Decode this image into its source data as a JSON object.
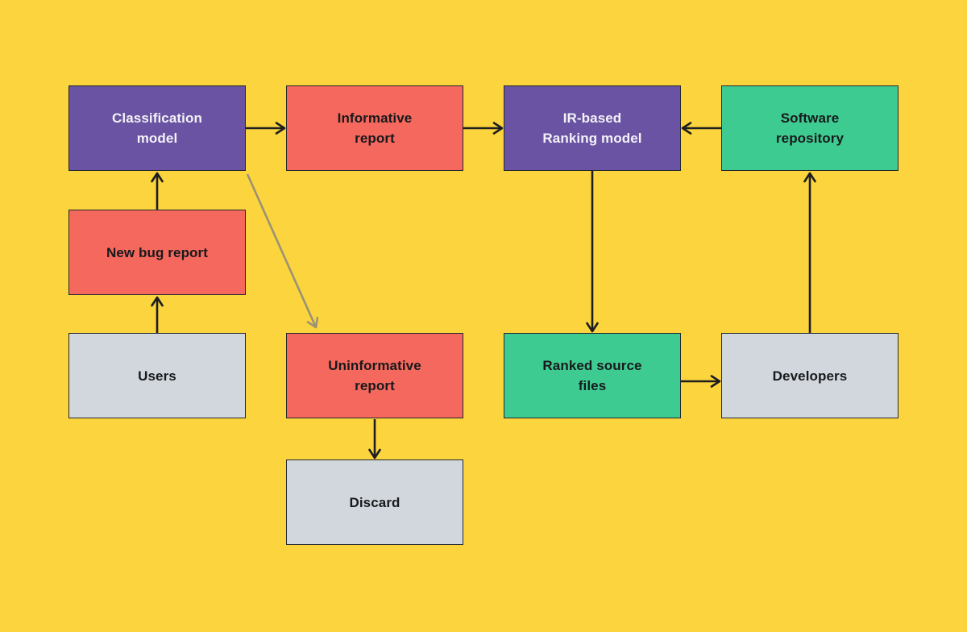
{
  "canvas": {
    "background_color": "#FCD43D"
  },
  "palette": {
    "purple_node": "#6953A2",
    "coral_node": "#F5685D",
    "green_node": "#3ECB92",
    "gray_node": "#D2D7DD",
    "node_border": "#25282C",
    "arrow_color": "#1C1E21",
    "muted_arrow_color": "#9B9275",
    "light_text": "#F4F2F8",
    "dark_text": "#17191C"
  },
  "diagram": {
    "nodes": [
      {
        "id": "classification-model",
        "label": "Classification\nmodel",
        "color": "purple"
      },
      {
        "id": "informative-report",
        "label": "Informative\nreport",
        "color": "coral"
      },
      {
        "id": "ir-ranking-model",
        "label": "IR-based\nRanking model",
        "color": "purple"
      },
      {
        "id": "software-repository",
        "label": "Software\nrepository",
        "color": "green"
      },
      {
        "id": "new-bug-report",
        "label": "New bug report",
        "color": "coral"
      },
      {
        "id": "users",
        "label": "Users",
        "color": "gray"
      },
      {
        "id": "uninformative-report",
        "label": "Uninformative\nreport",
        "color": "coral"
      },
      {
        "id": "ranked-source-files",
        "label": "Ranked source\nfiles",
        "color": "green"
      },
      {
        "id": "developers",
        "label": "Developers",
        "color": "gray"
      },
      {
        "id": "discard",
        "label": "Discard",
        "color": "gray"
      }
    ],
    "edges": [
      {
        "from": "classification-model",
        "to": "informative-report",
        "style": "solid-black"
      },
      {
        "from": "informative-report",
        "to": "ir-ranking-model",
        "style": "solid-black"
      },
      {
        "from": "software-repository",
        "to": "ir-ranking-model",
        "style": "solid-black"
      },
      {
        "from": "new-bug-report",
        "to": "classification-model",
        "style": "solid-black"
      },
      {
        "from": "users",
        "to": "new-bug-report",
        "style": "solid-black"
      },
      {
        "from": "classification-model",
        "to": "uninformative-report",
        "style": "muted-gray"
      },
      {
        "from": "ir-ranking-model",
        "to": "ranked-source-files",
        "style": "solid-black"
      },
      {
        "from": "ranked-source-files",
        "to": "developers",
        "style": "solid-black"
      },
      {
        "from": "developers",
        "to": "software-repository",
        "style": "solid-black"
      },
      {
        "from": "uninformative-report",
        "to": "discard",
        "style": "solid-black"
      }
    ]
  }
}
